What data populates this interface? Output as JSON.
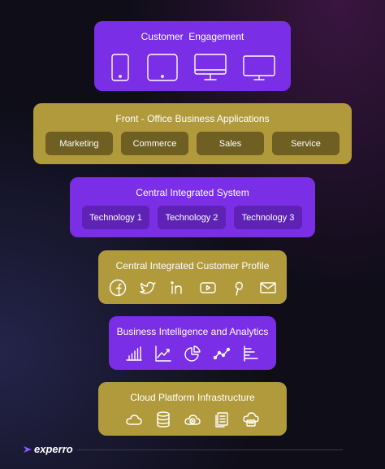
{
  "layers": {
    "customer_engagement": {
      "title": "Customer  Engagement",
      "icons": [
        "smartphone-icon",
        "tablet-icon",
        "desktop-monitor-icon",
        "monitor-icon"
      ]
    },
    "front_office": {
      "title": "Front - Office Business Applications",
      "items": [
        "Marketing",
        "Commerce",
        "Sales",
        "Service"
      ]
    },
    "integrated_system": {
      "title": "Central Integrated System",
      "items": [
        "Technology 1",
        "Technology 2",
        "Technology 3"
      ]
    },
    "customer_profile": {
      "title": "Central Integrated Customer Profile",
      "icons": [
        "facebook-icon",
        "twitter-icon",
        "linkedin-icon",
        "youtube-icon",
        "pinterest-icon",
        "mail-icon"
      ]
    },
    "business_intelligence": {
      "title": "Business Intelligence and Analytics",
      "icons": [
        "bar-chart-icon",
        "line-chart-icon",
        "pie-chart-icon",
        "scatter-chart-icon",
        "horizontal-bar-icon"
      ]
    },
    "cloud": {
      "title": "Cloud Platform Infrastructure",
      "icons": [
        "cloud-icon",
        "database-icon",
        "cloud-sync-icon",
        "server-copy-icon",
        "cloud-storage-icon"
      ]
    }
  },
  "colors": {
    "purple": "#7a2ee6",
    "gold": "#b19a3c",
    "chip_gold": "#6f5f22",
    "chip_purple": "#5e22b5"
  },
  "footer": {
    "brand": "experro"
  }
}
